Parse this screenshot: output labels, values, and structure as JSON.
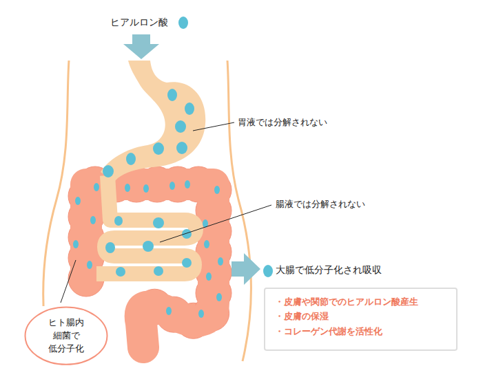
{
  "diagram": {
    "nodes": [
      {
        "text": [
          "ヒト腸内 細菌で 低分子化"
        ]
      },
      {
        "text": [
          "・皮膚や関節でのヒアルロン酸産生",
          "・皮膚の保湿",
          "・コレーゲン代謝を活性化"
        ]
      }
    ],
    "labels": [
      "ヒアルロン酸",
      "胃液では分解されない",
      "腸液では分解されない",
      "大腸で低分子化され吸収"
    ]
  }
}
